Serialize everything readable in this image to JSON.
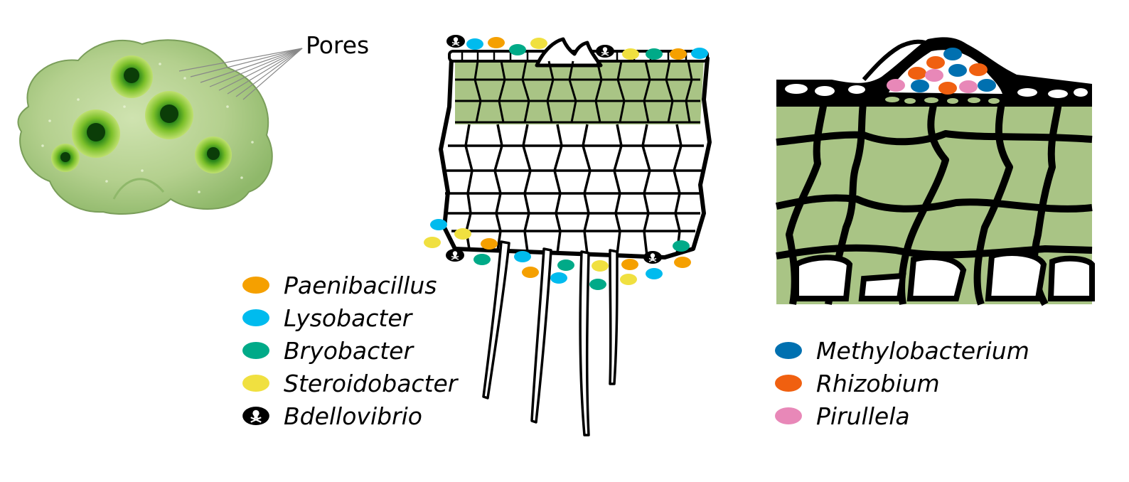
{
  "pores_label": "Pores",
  "colors": {
    "Paenibacillus": "#f5a000",
    "Lysobacter": "#00bbee",
    "Bryobacter": "#00aa88",
    "Steroidobacter": "#f0e040",
    "Bdellovibrio": "#000000",
    "Methylobacterium": "#0070b0",
    "Rhizobium": "#f06010",
    "Pirullela": "#e888b8",
    "tissue_green": "#a9c485",
    "outline": "#000000"
  },
  "legend_left": [
    {
      "name": "Paenibacillus",
      "color": "#f5a000",
      "icon": "filled-ellipse"
    },
    {
      "name": "Lysobacter",
      "color": "#00bbee",
      "icon": "filled-ellipse"
    },
    {
      "name": "Bryobacter",
      "color": "#00aa88",
      "icon": "filled-ellipse"
    },
    {
      "name": "Steroidobacter",
      "color": "#f0e040",
      "icon": "filled-ellipse"
    },
    {
      "name": "Bdellovibrio",
      "color": "#000000",
      "icon": "skull-crossbones-icon"
    }
  ],
  "legend_right": [
    {
      "name": "Methylobacterium",
      "color": "#0070b0",
      "icon": "filled-ellipse"
    },
    {
      "name": "Rhizobium",
      "color": "#f06010",
      "icon": "filled-ellipse"
    },
    {
      "name": "Pirullela",
      "color": "#e888b8",
      "icon": "filled-ellipse"
    }
  ]
}
